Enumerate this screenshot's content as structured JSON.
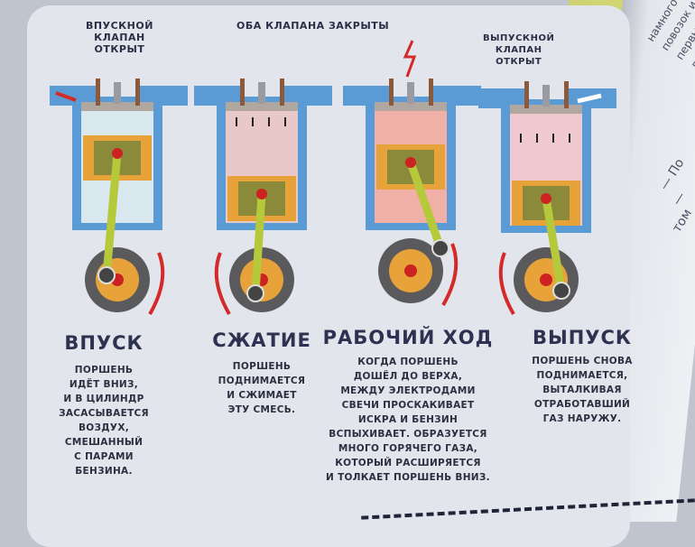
{
  "top_labels": {
    "intake_open": [
      "ВПУСКНОЙ",
      "КЛАПАН",
      "ОТКРЫТ"
    ],
    "both_closed": "ОБА КЛАПАНА ЗАКРЫТЫ",
    "exhaust_open": [
      "ВЫПУСКНОЙ",
      "КЛАПАН",
      "ОТКРЫТ"
    ]
  },
  "strokes": [
    {
      "title": "ВПУСК",
      "lines": [
        "ПОРШЕНЬ",
        "ИДЁТ ВНИЗ,",
        "И В ЦИЛИНДР",
        "ЗАСАСЫВАЕТСЯ",
        "ВОЗДУХ,",
        "СМЕШАННЫЙ",
        "С ПАРАМИ",
        "БЕНЗИНА."
      ]
    },
    {
      "title": "СЖАТИЕ",
      "lines": [
        "ПОРШЕНЬ",
        "ПОДНИМАЕТСЯ",
        "И СЖИМАЕТ",
        "ЭТУ СМЕСЬ."
      ]
    },
    {
      "title": "РАБОЧИЙ ХОД",
      "lines": [
        "КОГДА ПОРШЕНЬ",
        "ДОШЁЛ ДО ВЕРХА,",
        "МЕЖДУ ЭЛЕКТРОДАМИ",
        "СВЕЧИ ПРОСКАКИВАЕТ",
        "ИСКРА И БЕНЗИН",
        "ВСПЫХИВАЕТ. ОБРАЗУЕТСЯ",
        "МНОГО ГОРЯЧЕГО ГАЗА,",
        "КОТОРЫЙ РАСШИРЯЕТСЯ",
        "И ТОЛКАЕТ ПОРШЕНЬ ВНИЗ."
      ]
    },
    {
      "title": "ВЫПУСК",
      "lines": [
        "ПОРШЕНЬ СНОВА",
        "ПОДНИМАЕТСЯ,",
        "ВЫТАЛКИВАЯ",
        "ОТРАБОТАВШИЙ",
        "ГАЗ НАРУЖУ."
      ]
    }
  ],
  "next_page_lines": [
    "намного ровне",
    "повозок и э",
    "первые авт",
    "лись от",
    "— По",
    "— ",
    "том"
  ],
  "colors": {
    "cylinder": "#5b9bd5",
    "piston": "#e8a23a",
    "rod": "#b5c93a",
    "arrow": "#d42a2a",
    "text": "#2b2f45"
  }
}
